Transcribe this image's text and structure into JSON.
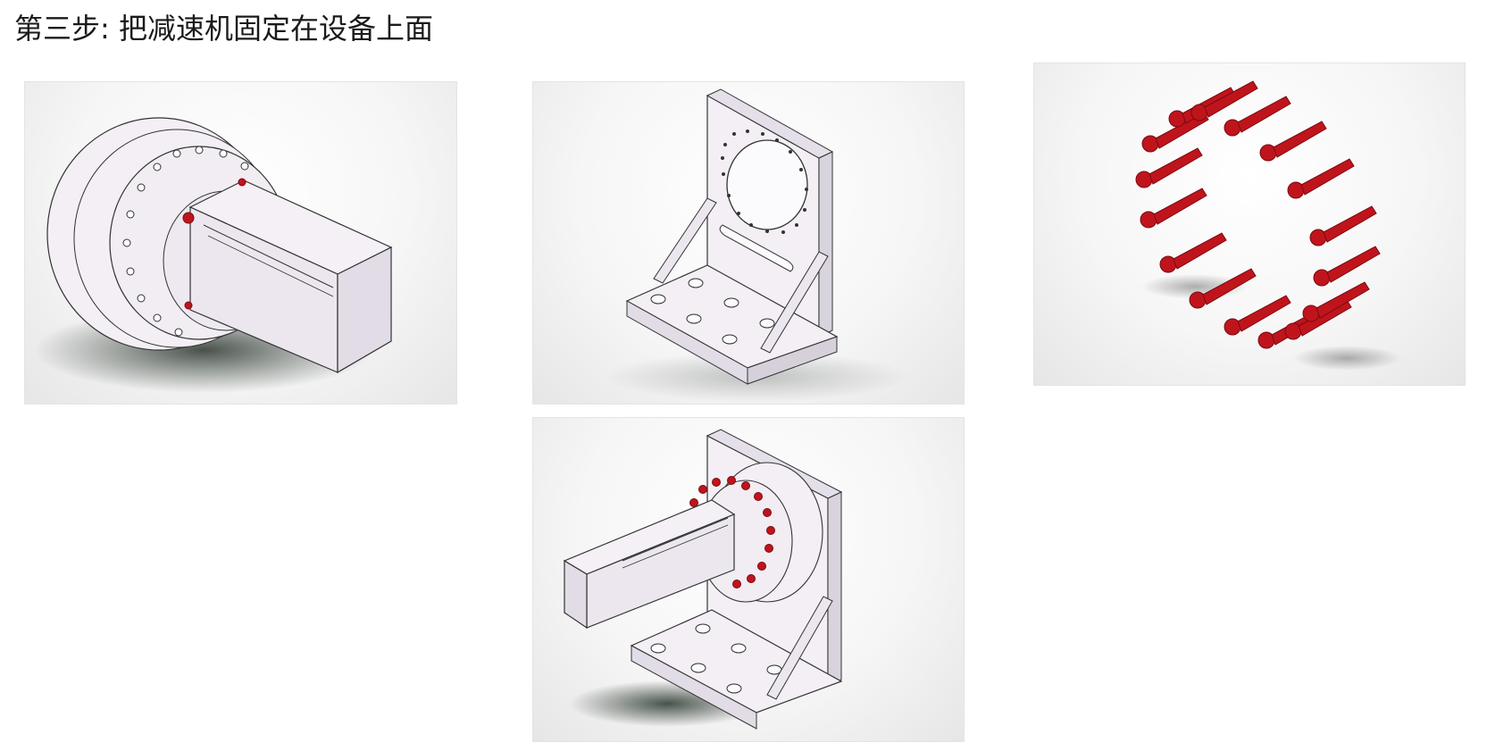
{
  "page": {
    "title": "第三步: 把减速机固定在设备上面"
  },
  "colors": {
    "part_fill": "#f3eff5",
    "part_shade": "#dcd6e0",
    "line": "#333333",
    "bolt_red": "#c0141c",
    "bolt_dark": "#7a0a10",
    "shadow": "#3f4a42"
  },
  "images": [
    {
      "subject": "gear-reducer-with-motor"
    },
    {
      "subject": "l-mounting-bracket"
    },
    {
      "subject": "socket-head-cap-screws"
    },
    {
      "subject": "reducer-mounted-on-bracket"
    }
  ]
}
